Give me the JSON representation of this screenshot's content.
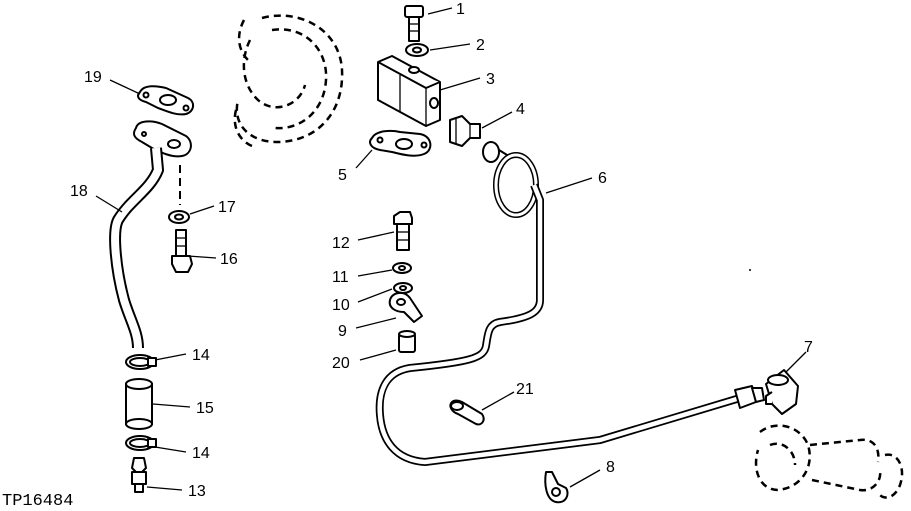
{
  "figure_code": "TP16484",
  "callouts": {
    "c1": "1",
    "c2": "2",
    "c3": "3",
    "c4": "4",
    "c5": "5",
    "c6": "6",
    "c7": "7",
    "c8": "8",
    "c9": "9",
    "c10": "10",
    "c11": "11",
    "c12": "12",
    "c13": "13",
    "c14a": "14",
    "c14b": "14",
    "c15": "15",
    "c16": "16",
    "c17": "17",
    "c18": "18",
    "c19": "19",
    "c20": "20",
    "c21": "21"
  }
}
